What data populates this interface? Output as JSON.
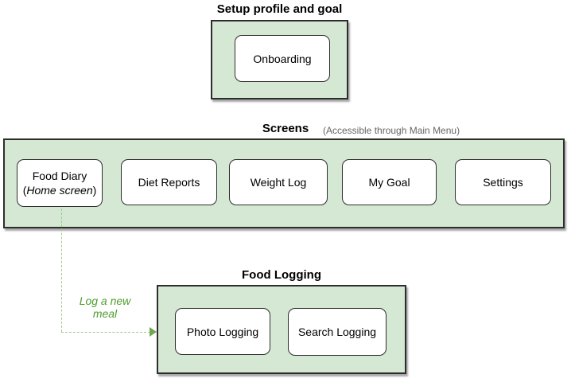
{
  "diagram": {
    "setup": {
      "title": "Setup profile and goal",
      "nodes": [
        {
          "label": "Onboarding"
        }
      ]
    },
    "screens": {
      "title": "Screens",
      "note": "(Accessible through Main Menu)",
      "nodes": [
        {
          "label": "Food Diary",
          "sublabel_open": "(",
          "sublabel_italic": "Home screen",
          "sublabel_close": ")"
        },
        {
          "label": "Diet Reports"
        },
        {
          "label": "Weight Log"
        },
        {
          "label": "My Goal"
        },
        {
          "label": "Settings"
        }
      ]
    },
    "food_logging": {
      "title": "Food Logging",
      "nodes": [
        {
          "label": "Photo Logging"
        },
        {
          "label": "Search Logging"
        }
      ]
    },
    "edge": {
      "label_line1": "Log a new",
      "label_line2": "meal"
    }
  },
  "colors": {
    "container_fill": "#d5e8d4",
    "container_border": "#2d2d2d",
    "node_fill": "#ffffff",
    "node_border": "#2d2d2d",
    "edge_green": "#9dcb87",
    "arrowhead_green": "#70a84f",
    "edge_label_green": "#4d9e2d",
    "note_gray": "#666666"
  }
}
